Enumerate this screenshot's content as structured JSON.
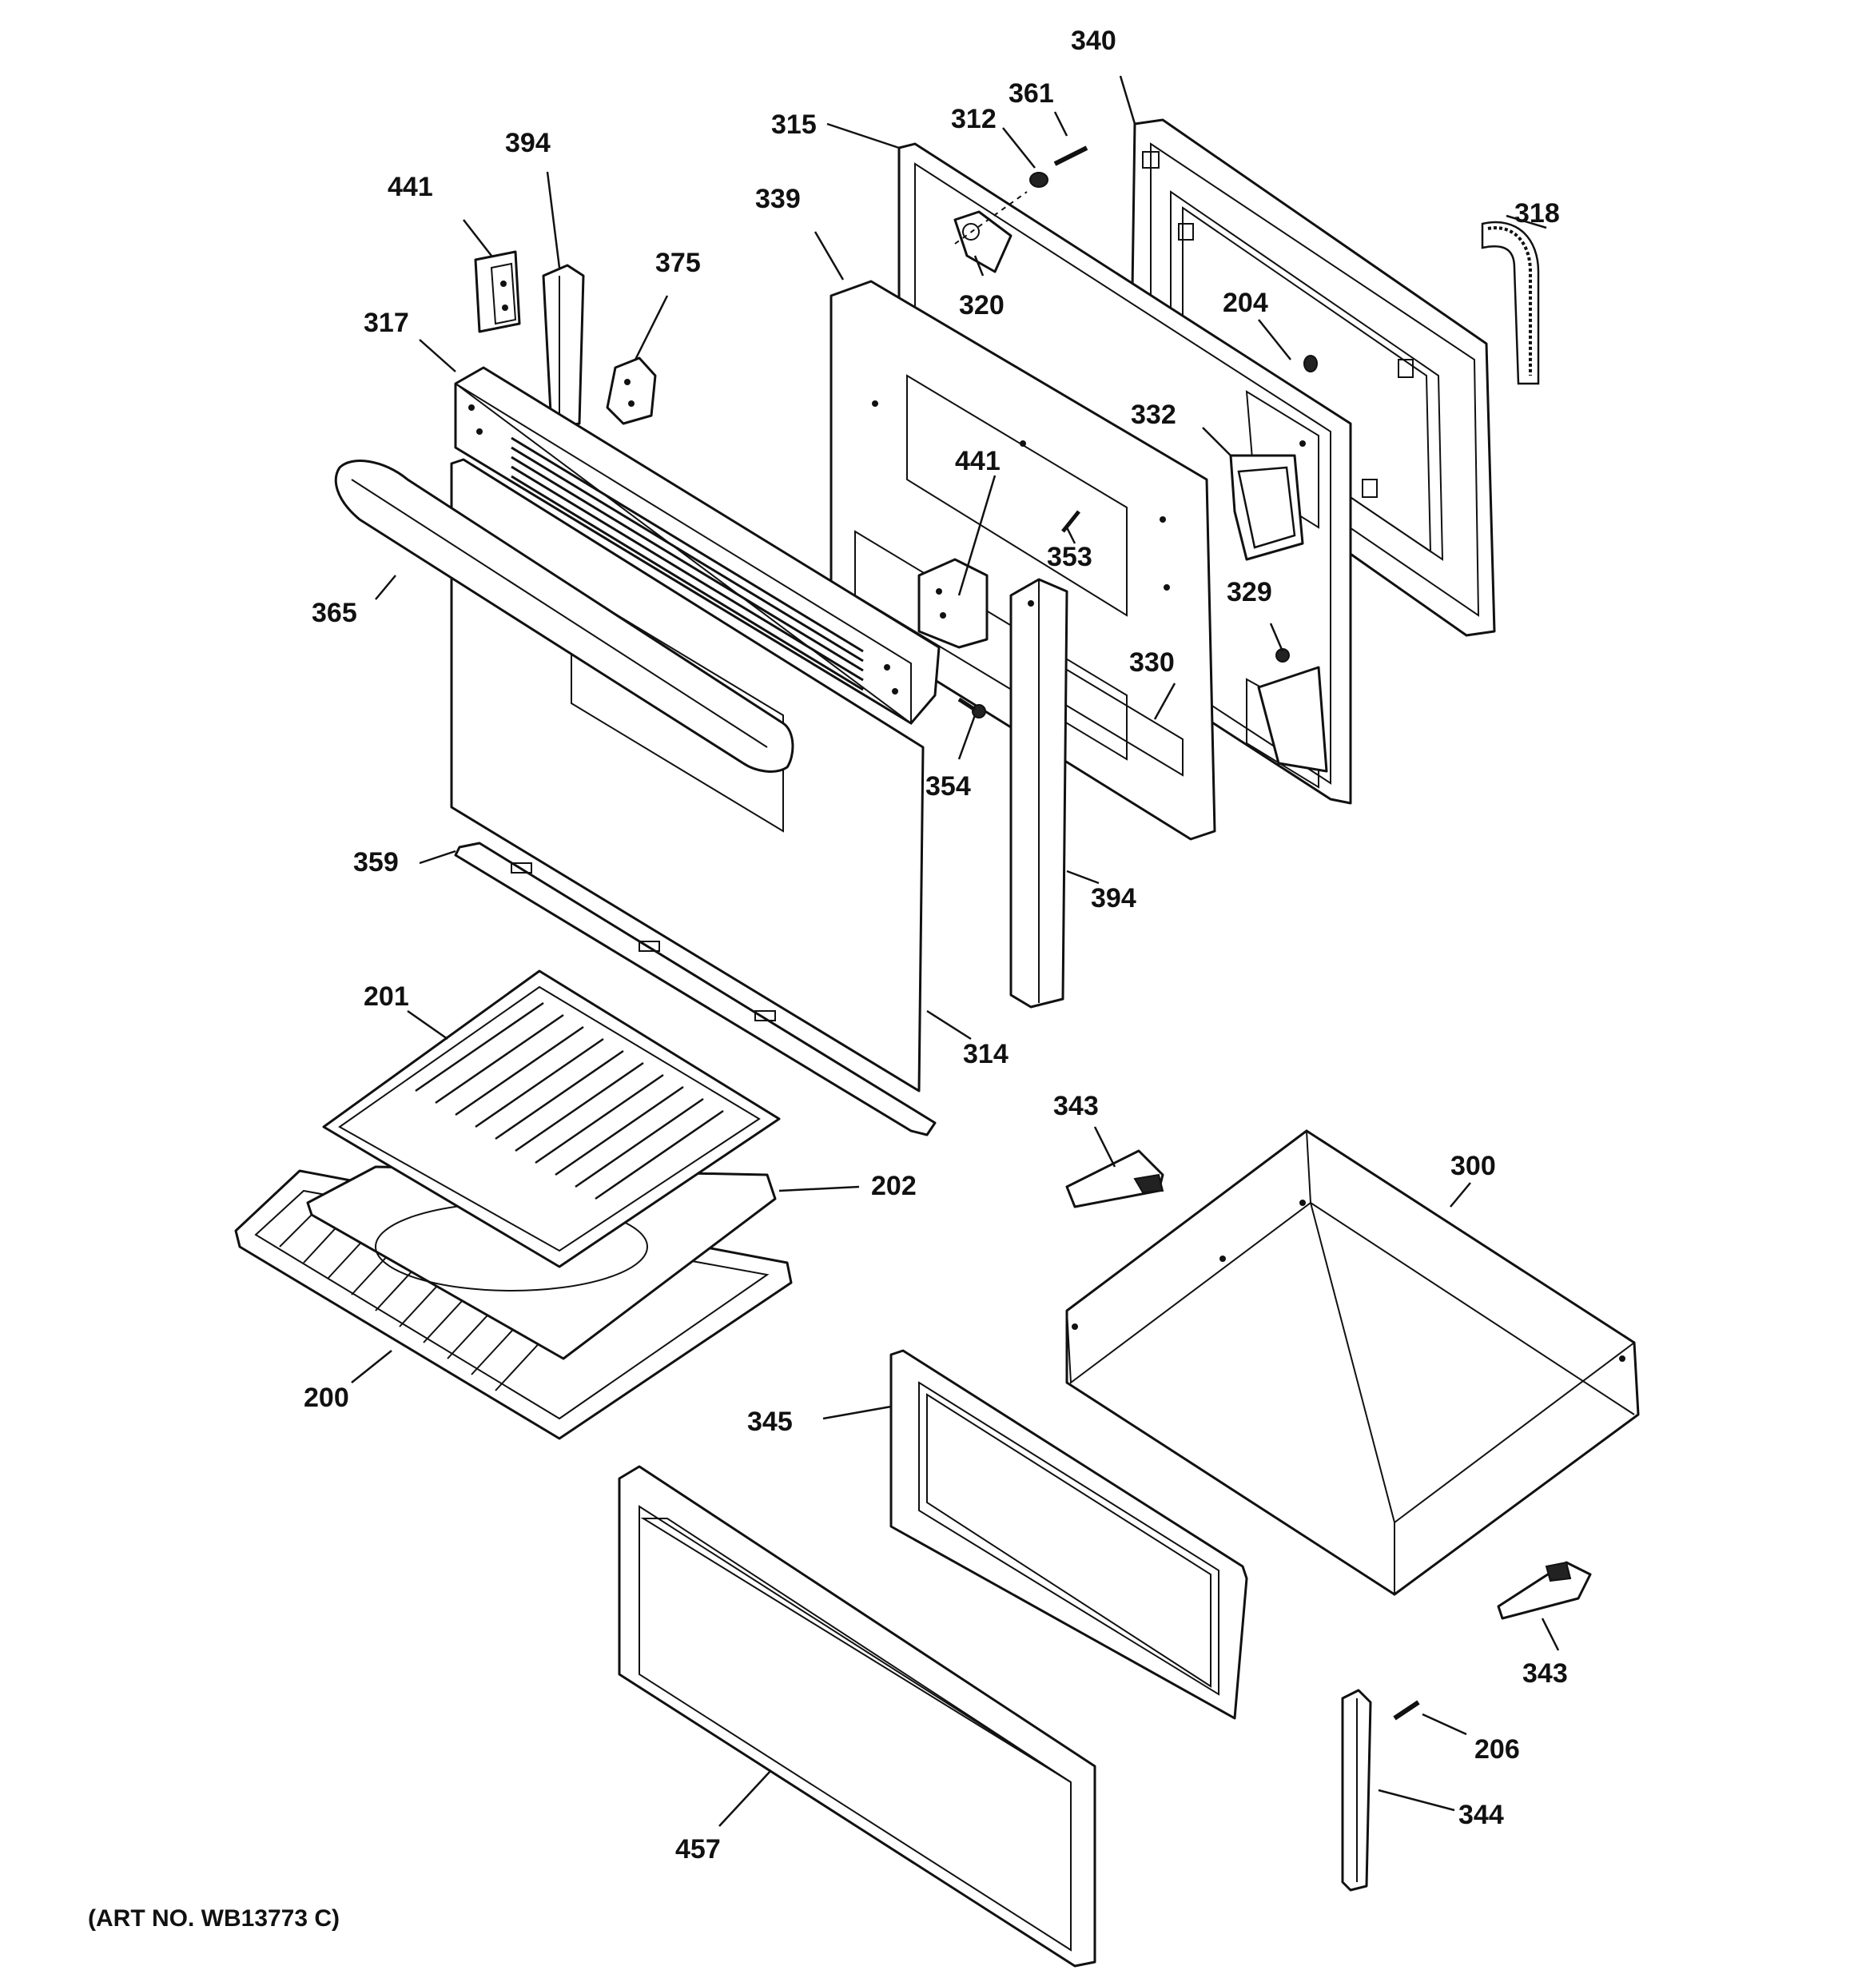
{
  "callouts": {
    "c340": "340",
    "c361": "361",
    "c312": "312",
    "c315": "315",
    "c394a": "394",
    "c441a": "441",
    "c339": "339",
    "c318": "318",
    "c375": "375",
    "c320": "320",
    "c204": "204",
    "c317": "317",
    "c332": "332",
    "c441b": "441",
    "c353": "353",
    "c365": "365",
    "c329": "329",
    "c330": "330",
    "c354": "354",
    "c359": "359",
    "c394b": "394",
    "c201": "201",
    "c314": "314",
    "c343a": "343",
    "c300": "300",
    "c202": "202",
    "c200": "200",
    "c345": "345",
    "c343b": "343",
    "c206": "206",
    "c344": "344",
    "c457": "457"
  },
  "art_number": "(ART NO. WB13773 C)"
}
